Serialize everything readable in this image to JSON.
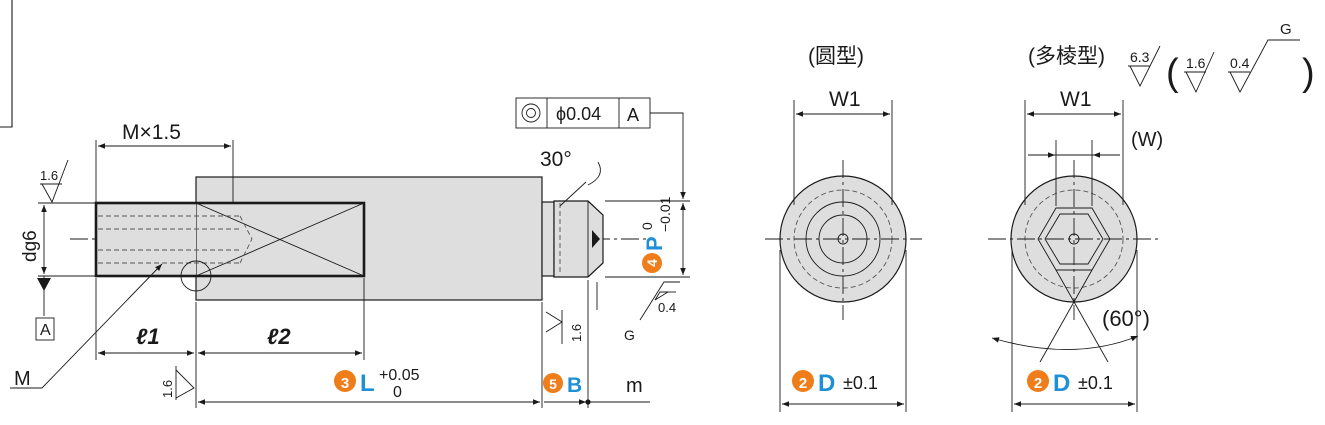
{
  "side_view": {
    "dim_thread_pitch": "M×1.5",
    "thread_label": "M",
    "dim_l1": "ℓ1",
    "dim_l2": "ℓ2",
    "dim_d": "dg6",
    "datum_label": "A",
    "angle_label": "30°",
    "roughness_thread": "1.6",
    "roughness_L_end": "1.6",
    "roughness_B_face": "1.6",
    "roughness_P": "0.4",
    "grind_label": "G",
    "fcf_symbol": "◎",
    "fcf_tolerance": "ϕ0.04",
    "fcf_datum": "A",
    "dim_L": {
      "badge": "3",
      "label": "L",
      "tol_upper": "+0.05",
      "tol_lower": "0"
    },
    "dim_B": {
      "badge": "5",
      "label": "B"
    },
    "dim_m": "m",
    "dim_P": {
      "badge": "4",
      "label": "P",
      "tol_upper": "0",
      "tol_lower": "−0.01"
    }
  },
  "round_view": {
    "title": "(圆型)",
    "dim_W1": "W1",
    "dim_D": {
      "badge": "2",
      "label": "D",
      "tol": "±0.1"
    }
  },
  "hex_view": {
    "title": "(多棱型)",
    "dim_W1": "W1",
    "dim_W": "(W)",
    "angle": "(60°)",
    "dim_D": {
      "badge": "2",
      "label": "D",
      "tol": "±0.1"
    },
    "finish_main": "6.3",
    "finish_sub_1": "1.6",
    "finish_sub_2": "0.4",
    "finish_grind": "G"
  },
  "colors": {
    "badge": "#ef7d1a",
    "accent_text": "#1e90d6"
  }
}
